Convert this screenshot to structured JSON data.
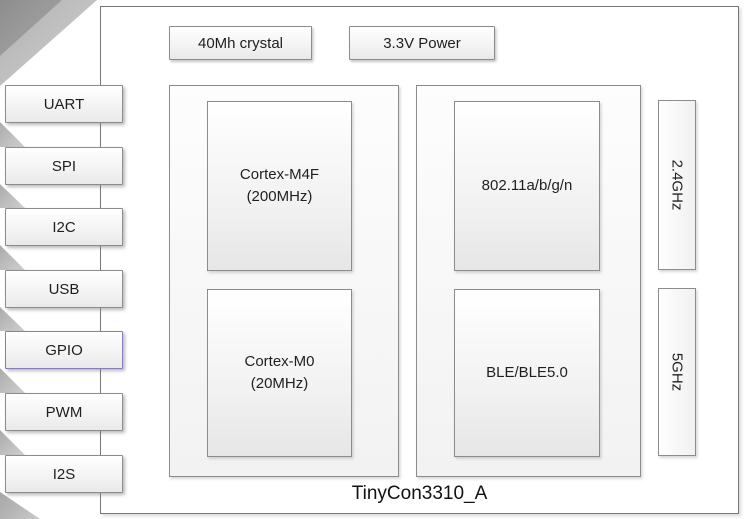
{
  "colors": {
    "box_border": "#8c8c8c",
    "chip_border": "#787878",
    "gpio_border": "#8a7cba",
    "decoration_dark_gray": "#8d8d8d",
    "decoration_light_gray": "#c8c8c8",
    "text": "#1f1f1f"
  },
  "left_ports": [
    {
      "label": "UART"
    },
    {
      "label": "SPI"
    },
    {
      "label": "I2C"
    },
    {
      "label": "USB"
    },
    {
      "label": "GPIO"
    },
    {
      "label": "PWM"
    },
    {
      "label": "I2S"
    }
  ],
  "chip": {
    "title": "TinyCon3310_A",
    "top_modules": [
      {
        "label": "40Mh crystal"
      },
      {
        "label": "3.3V Power"
      }
    ],
    "cpu_cluster": {
      "blocks": [
        {
          "line1": "Cortex-M4F",
          "line2": "(200MHz)"
        },
        {
          "line1": "Cortex-M0",
          "line2": "(20MHz)"
        }
      ]
    },
    "radio_cluster": {
      "blocks": [
        {
          "line1": "802.11a/b/g/n"
        },
        {
          "line1": "BLE/BLE5.0"
        }
      ]
    },
    "antennas": [
      {
        "label": "2.4GHz"
      },
      {
        "label": "5GHz"
      }
    ]
  }
}
